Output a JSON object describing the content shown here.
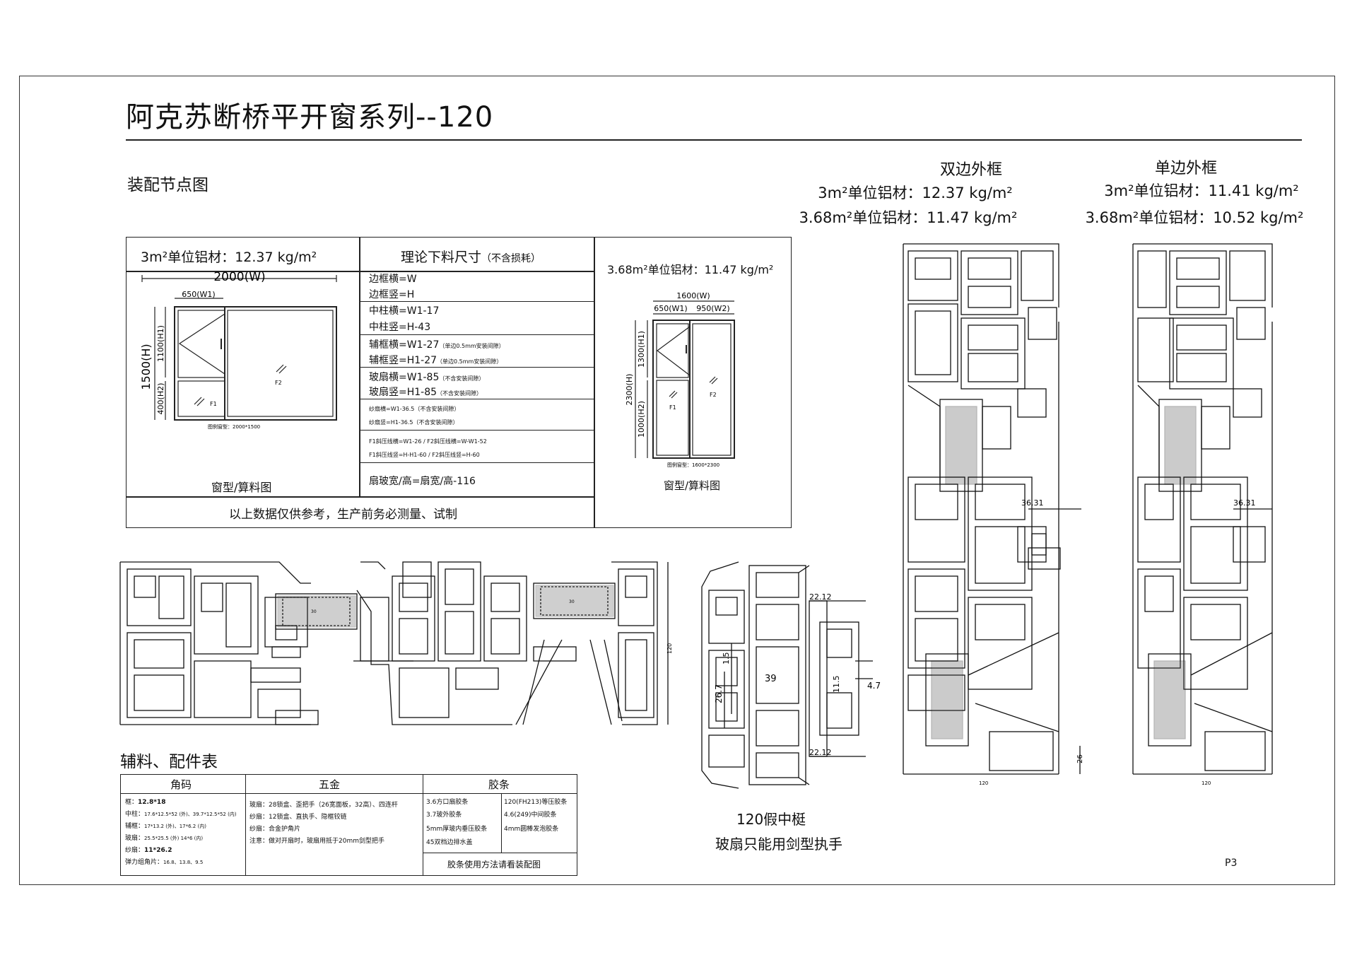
{
  "title": "阿克苏断桥平开窗系列--120",
  "subtitle": "装配节点图",
  "double_frame": {
    "heading": "双边外框",
    "line1": "3m²单位铝材：12.37 kg/m²",
    "line2": "3.68m²单位铝材：11.47 kg/m²",
    "dim": "36.31",
    "dim_bottom": "26",
    "width_label": "120"
  },
  "single_frame": {
    "heading": "单边外框",
    "line1": "3m²单位铝材：11.41 kg/m²",
    "line2": "3.68m²单位铝材：10.52 kg/m²",
    "dim": "36.31",
    "width_label": "120"
  },
  "spec_table": {
    "header_left": "3m²单位铝材：12.37 kg/m²",
    "header_mid": "理论下料尺寸",
    "header_mid_note": "（不含损耗）",
    "header_right": "3.68m²单位铝材：11.47 kg/m²",
    "left_window": {
      "width": "2000(W)",
      "w1": "650(W1)",
      "height": "1500(H)",
      "h1": "1100(H1)",
      "h2": "400(H2)",
      "f1": "F1",
      "f2": "F2",
      "caption": "图例窗型：2000*1500",
      "label": "窗型/算料图"
    },
    "formulas": [
      {
        "text": "边框横=W",
        "note": ""
      },
      {
        "text": "边框竖=H",
        "note": ""
      },
      {
        "text": "中柱横=W1-17",
        "note": ""
      },
      {
        "text": "中柱竖=H-43",
        "note": ""
      },
      {
        "text": "辅框横=W1-27",
        "note": "（单边0.5mm安装间隙）"
      },
      {
        "text": "辅框竖=H1-27",
        "note": "（单边0.5mm安装间隙）"
      },
      {
        "text": "玻扇横=W1-85",
        "note": "（不含安装间隙）"
      },
      {
        "text": "玻扇竖=H1-85",
        "note": "（不含安装间隙）"
      }
    ],
    "screen_formulas": [
      "纱扇横=W1-36.5（不含安装间隙）",
      "纱扇竖=H1-36.5（不含安装间隙）"
    ],
    "pressure_formulas": [
      "F1斜压线横=W1-26  /  F2斜压线横=W-W1-52",
      "F1斜压线竖=H-H1-60  /  F2斜压线竖=H-60"
    ],
    "glass_formula": "扇玻宽/高=扇宽/高-116",
    "right_window": {
      "width": "1600(W)",
      "w1": "650(W1)",
      "w2": "950(W2)",
      "height": "2300(H)",
      "h1": "1300(H1)",
      "h2": "1000(H2)",
      "f1": "F1",
      "f2": "F2",
      "caption": "图例窗型：1600*2300",
      "label": "窗型/算料图"
    },
    "footer": "以上数据仅供参考，生产前务必测量、试制"
  },
  "section_drawing": {
    "height_label": "120",
    "glass_label_1": "30",
    "glass_label_2": "30"
  },
  "mullion": {
    "dims": [
      "22.12",
      "1.5",
      "26.7",
      "39",
      "11.5",
      "4.7",
      "22.12"
    ],
    "caption1": "120假中梃",
    "caption2": "玻扇只能用剑型执手"
  },
  "accessories": {
    "heading": "辅料、配件表",
    "col_headers": [
      "角码",
      "五金",
      "胶条"
    ],
    "corner_codes": [
      {
        "label": "框：",
        "value": "12.8*18"
      },
      {
        "label": "中柱：",
        "value": "17.6*12.5*52 (外)、39.7*12.5*52 (内)"
      },
      {
        "label": "辅框：",
        "value": "17*13.2 (外)、17*6.2 (内)"
      },
      {
        "label": "玻扇：",
        "value": "25.5*25.5 (外)    14*6 (内)"
      },
      {
        "label": "纱扇：",
        "value": "11*26.2"
      },
      {
        "label": "弹力组角片：",
        "value": "16.8、13.8、9.5"
      }
    ],
    "hardware": [
      "玻扇：28锁盒、歪把手（26宽面板，32高）、四连杆",
      "纱扇：12锁盒、直执手、隐框铰链",
      "纱扇：合金护角片",
      "注意：做对开扇时，玻扇用抵于20mm剑型把手"
    ],
    "gaskets_left": [
      "3.6方口扇胶条",
      "3.7玻外胶条",
      "5mm厚玻内垂压胶条",
      "45双档边排水盖"
    ],
    "gaskets_right": [
      "120(FH213)等压胶条",
      "4.6(249)中间胶条",
      "4mm圆棒发泡胶条"
    ],
    "gasket_note": "胶条使用方法请看装配图"
  },
  "page_number": "P3"
}
